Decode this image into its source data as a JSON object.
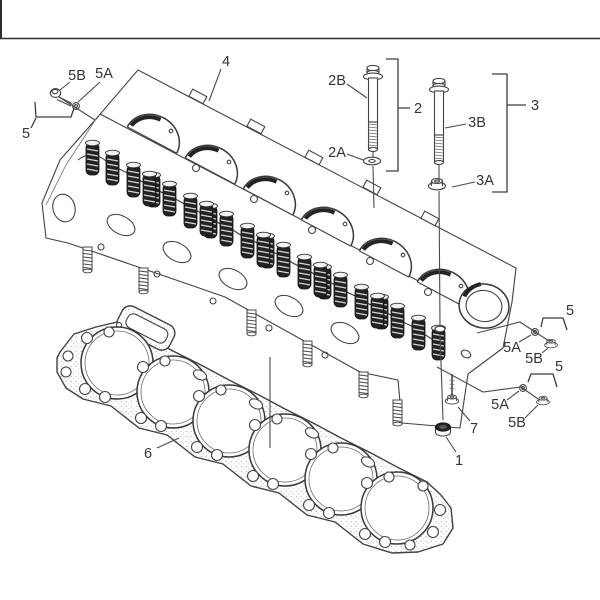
{
  "figure": {
    "description": "Exploded parts diagram of an engine cylinder head assembly: cylinder head, head bolts with washers and nuts, small bolt/washer/nut groups, cup plug, and head gasket",
    "type": "parts-diagram"
  },
  "colors": {
    "background": "#ffffff",
    "line": "#424242",
    "dark_fill": "#232323",
    "text": "#333333",
    "rule": "#2e2e2e"
  },
  "callouts": {
    "item_4": {
      "label": "4"
    },
    "group_2": {
      "label": "2"
    },
    "item_2A": {
      "label": "2A"
    },
    "item_2B": {
      "label": "2B"
    },
    "group_3": {
      "label": "3"
    },
    "item_3A": {
      "label": "3A"
    },
    "item_3B": {
      "label": "3B"
    },
    "group_5_left": {
      "label": "5"
    },
    "item_5A_left": {
      "label": "5A"
    },
    "item_5B_left": {
      "label": "5B"
    },
    "group_5_upper_right": {
      "label": "5"
    },
    "item_5A_upper_right": {
      "label": "5A"
    },
    "item_5B_upper_right": {
      "label": "5B"
    },
    "group_5_lower_right": {
      "label": "5"
    },
    "item_5A_lower_right": {
      "label": "5A"
    },
    "item_5B_lower_right": {
      "label": "5B"
    },
    "item_6": {
      "label": "6"
    },
    "item_7": {
      "label": "7"
    },
    "item_1": {
      "label": "1"
    }
  }
}
